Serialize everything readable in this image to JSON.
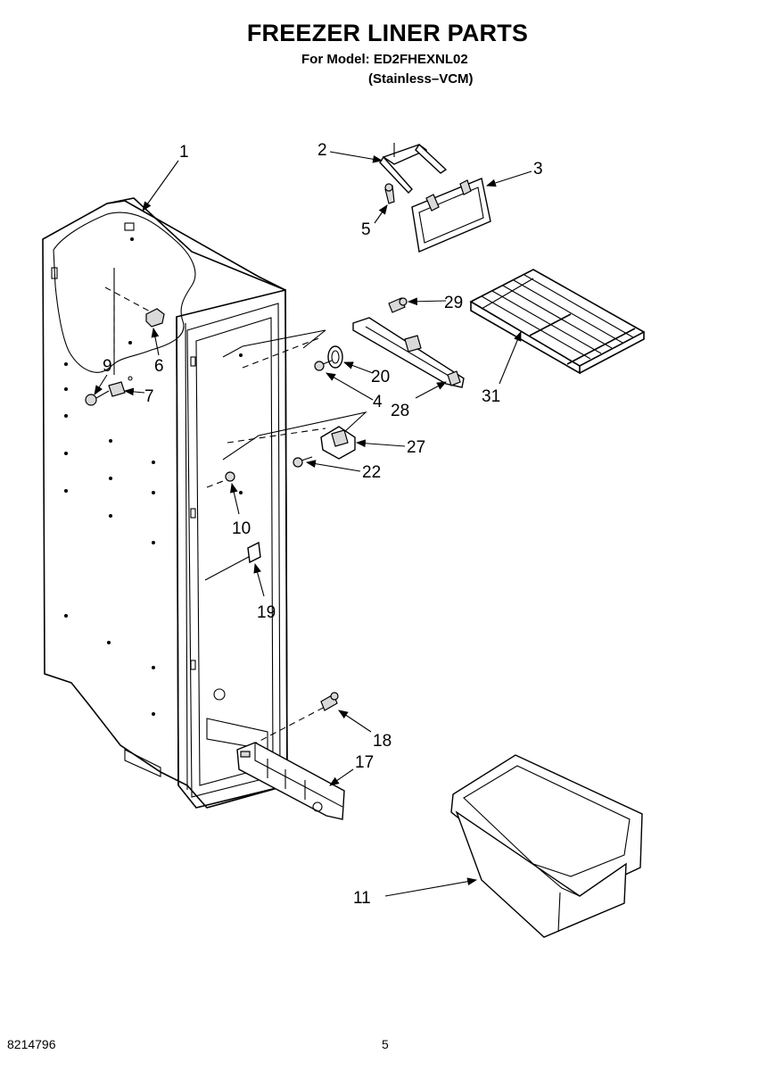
{
  "header": {
    "title": "FREEZER LINER PARTS",
    "model_line": "For Model: ED2FHEXNL02",
    "variant_line": "(Stainless–VCM)"
  },
  "footer": {
    "doc_number": "8214796",
    "page_number": "5"
  },
  "callouts": {
    "c1": "1",
    "c2": "2",
    "c3": "3",
    "c4": "4",
    "c5": "5",
    "c6": "6",
    "c7": "7",
    "c9": "9",
    "c10": "10",
    "c11": "11",
    "c17": "17",
    "c18": "18",
    "c19": "19",
    "c20": "20",
    "c22": "22",
    "c27": "27",
    "c28": "28",
    "c29": "29",
    "c31": "31"
  }
}
